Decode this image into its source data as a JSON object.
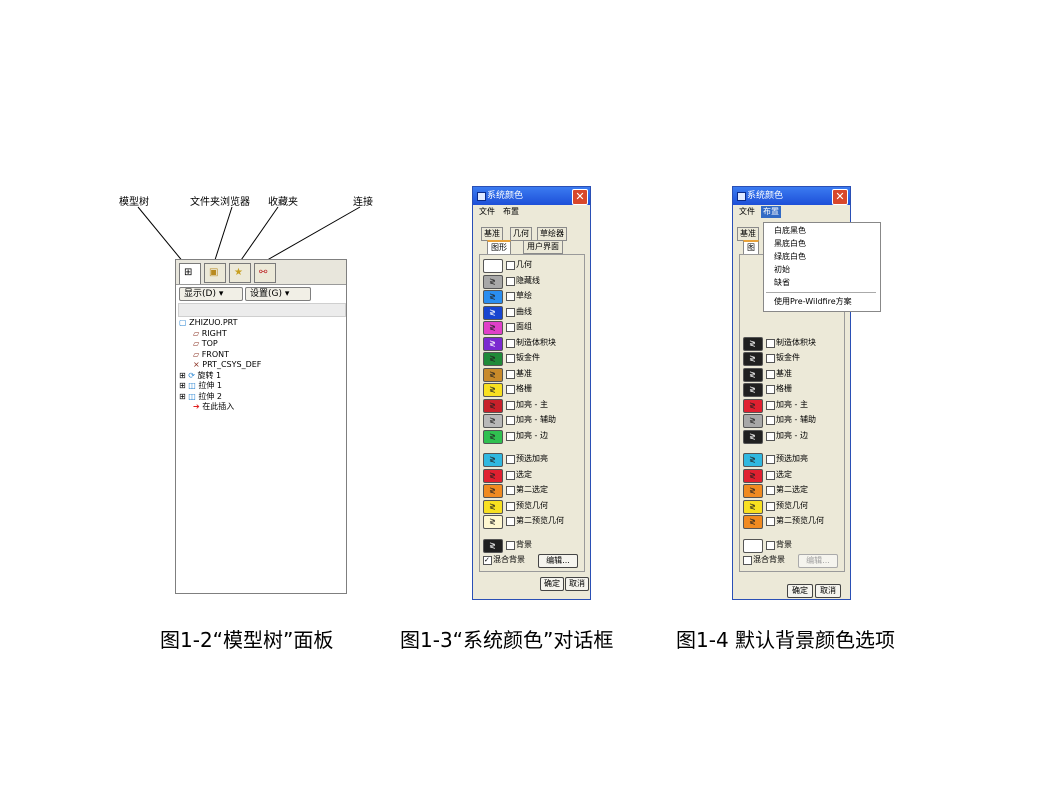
{
  "labels": {
    "model_tree": "模型树",
    "folder_browser": "文件夹浏览器",
    "favorites": "收藏夹",
    "connect": "连接"
  },
  "panel1": {
    "show_btn": "显示(D)",
    "settings_btn": "设置(G)",
    "tree": [
      "ZHIZUO.PRT",
      "RIGHT",
      "TOP",
      "FRONT",
      "PRT_CSYS_DEF",
      "旋转 1",
      "拉伸 1",
      "拉伸 2",
      "在此插入"
    ]
  },
  "dialog": {
    "title": "系统颜色",
    "menu_file": "文件",
    "menu_layout": "布置",
    "tab_datum": "基准",
    "tab_geometry": "几何",
    "tab_sketcher": "草绘器",
    "tab_graphics": "图形",
    "tab_ui": "用户界面",
    "partial_graphics_tab": "图",
    "rows": [
      "几何",
      "隐藏线",
      "草绘",
      "曲线",
      "面组",
      "制造体积块",
      "钣金件",
      "基准",
      "格栅",
      "加亮 - 主",
      "加亮 - 辅助",
      "加亮 - 边",
      "预选加亮",
      "选定",
      "第二选定",
      "预览几何",
      "第二预览几何",
      "背景"
    ],
    "blend_bg": "混合背景",
    "edit_btn": "编辑...",
    "ok_btn": "确定",
    "cancel_btn": "取消"
  },
  "popup": {
    "items": [
      "白底黑色",
      "黑底白色",
      "绿底白色",
      "初始",
      "缺省",
      "使用Pre-Wildfire方案"
    ]
  },
  "captions": {
    "fig2": "图1-2“模型树”面板",
    "fig3": "图1-3“系统颜色”对话框",
    "fig4": "图1-4  默认背景颜色选项"
  },
  "colors": {
    "dialog1_swatches": [
      "#ffffff",
      "#a8a8a8",
      "#2a8ef0",
      "#1845d0",
      "#e040c8",
      "#7a2ad0",
      "#1f8a38",
      "#c88a2a",
      "#f8e020",
      "#c8202a",
      "#b8b8b8",
      "#30c050",
      "#30b8e0",
      "#e02030",
      "#f08a20",
      "#f8e020",
      "#fff8d0",
      "#202020"
    ],
    "dialog2_swatches": [
      "#202020",
      "#b8b8b8",
      "#202020",
      "#202020",
      "#202020",
      "#202020",
      "#202020",
      "#202020",
      "#202020",
      "#e02030",
      "#a8a8a8",
      "#202020",
      "#30b8e0",
      "#e02030",
      "#f08a20",
      "#f8e020",
      "#f08a20",
      "#ffffff"
    ]
  }
}
